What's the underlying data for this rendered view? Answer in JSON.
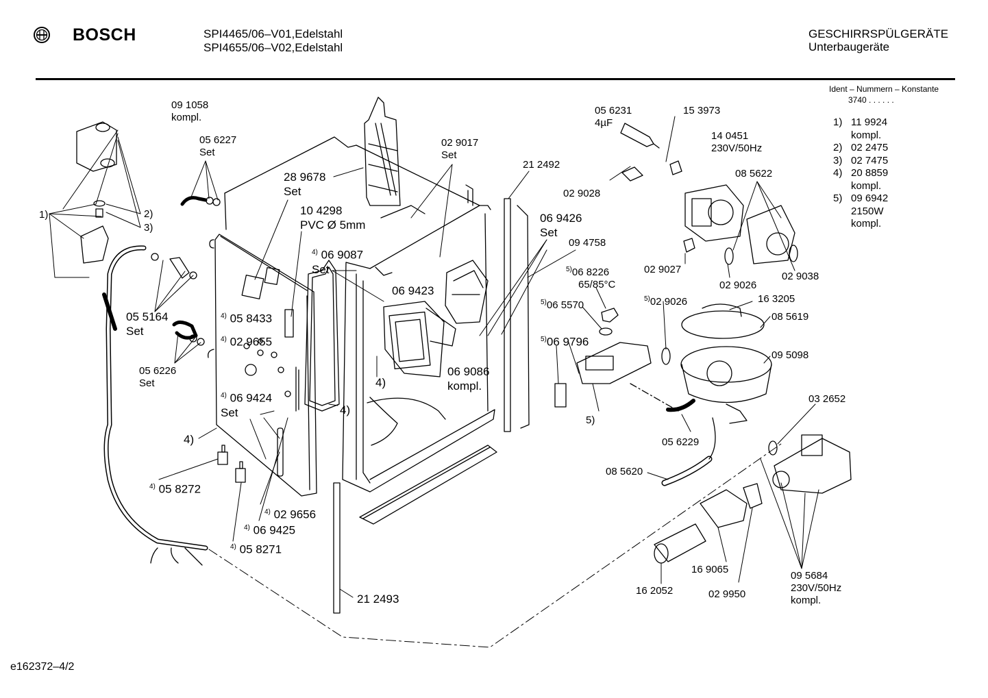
{
  "header": {
    "brand": "BOSCH",
    "models": [
      "SPI4465/06–V01,Edelstahl",
      "SPI4655/06–V02,Edelstahl"
    ],
    "category": "GESCHIRRSPÜLGERÄTE",
    "subcategory": "Unterbaugeräte"
  },
  "ident": {
    "heading": "Ident – Nummern – Konstante",
    "value": "3740  .  .  .  .  .  ."
  },
  "legend": [
    {
      "key": "1)",
      "value": "11 9924"
    },
    {
      "key": "",
      "value": "kompl."
    },
    {
      "key": "2)",
      "value": "02 2475"
    },
    {
      "key": "3)",
      "value": "02 7475"
    },
    {
      "key": "4)",
      "value": "20 8859"
    },
    {
      "key": "",
      "value": "kompl."
    },
    {
      "key": "5)",
      "value": "09 6942"
    },
    {
      "key": "",
      "value": "2150W"
    },
    {
      "key": "",
      "value": "kompl."
    }
  ],
  "labels": {
    "p091058": [
      "09 1058",
      "kompl."
    ],
    "p056227": [
      "05 6227",
      "Set"
    ],
    "p289678": [
      "28 9678",
      "Set"
    ],
    "p104298": [
      "10 4298",
      "PVC Ø 5mm"
    ],
    "p069087": [
      "06 9087",
      "Set"
    ],
    "p029017": [
      "02 9017",
      "Set"
    ],
    "p212492": "21 2492",
    "p056231": [
      "05 6231",
      "4µF"
    ],
    "p153973": "15 3973",
    "p140451": [
      "14 0451",
      "230V/50Hz"
    ],
    "p029028": "02 9028",
    "p085622": "08 5622",
    "p069426": [
      "06 9426",
      "Set"
    ],
    "p094758": "09 4758",
    "p068226": [
      "06 8226",
      "65/85°C"
    ],
    "p029027": "02 9027",
    "p029026a": "02 9026",
    "p029038": "02 9038",
    "p065570": "06 5570",
    "p029026b": "02 9026",
    "p163205": "16 3205",
    "p085619": "08 5619",
    "p069796": "06 9796",
    "p095098": "09 5098",
    "p069423": "06 9423",
    "p058433": "05 8433",
    "p029655": "02 9655",
    "p055164": [
      "05 5164",
      "Set"
    ],
    "p056226": [
      "05 6226",
      "Set"
    ],
    "p069424": [
      "06 9424",
      "Set"
    ],
    "p069086": [
      "06 9086",
      "kompl."
    ],
    "p032652": "03 2652",
    "p056229": "05 6229",
    "p085620": "08 5620",
    "p058272": "05 8272",
    "p029656": "02 9656",
    "p069425": "06 9425",
    "p058271": "05 8271",
    "p212493": "21 2493",
    "p169065": "16 9065",
    "p162052": "16 2052",
    "p029950": "02 9950",
    "p095684": [
      "09 5684",
      "230V/50Hz",
      "kompl."
    ],
    "r1": "1)",
    "r2": "2)",
    "r3": "3)",
    "r4a": "4)",
    "r4b": "4)",
    "r4c": "4)",
    "r5": "5)",
    "sup4": "4)",
    "sup5": "5)"
  },
  "footer": {
    "doc_id": "e162372–4/2"
  }
}
